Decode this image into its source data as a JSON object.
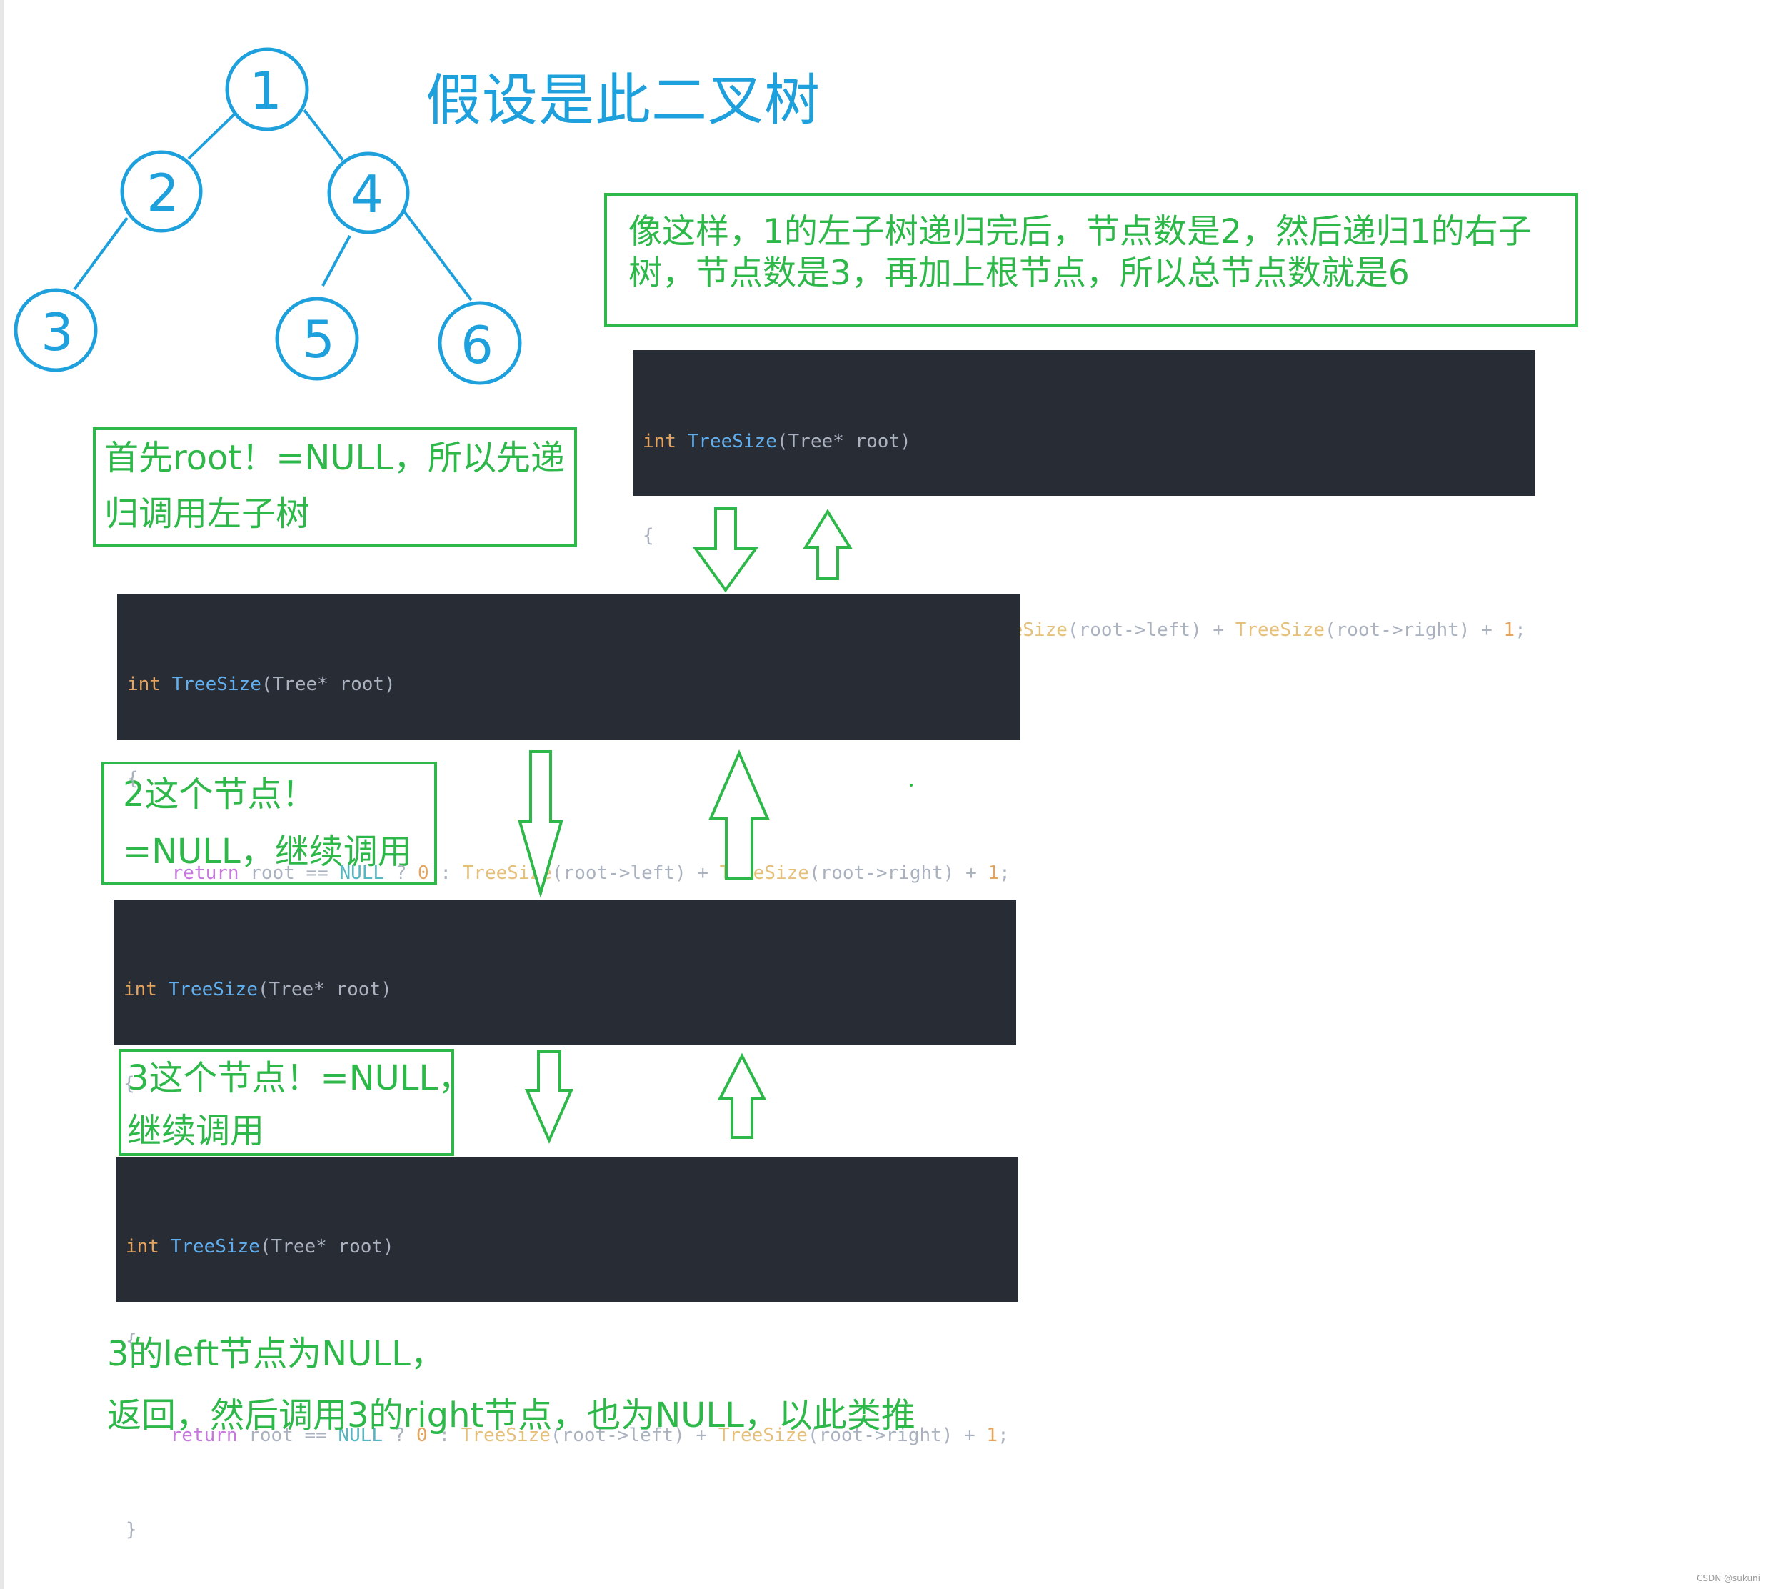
{
  "tree": {
    "title": "假设是此二叉树",
    "nodes": [
      "1",
      "2",
      "4",
      "3",
      "5",
      "6"
    ],
    "color": "#1ea0dc"
  },
  "notes": {
    "summary": {
      "lines": [
        "像这样，1的左子树递归完后，节点数是2，然后递归1的右子",
        "树，节点数是3，再加上根节点，所以总节点数就是6"
      ]
    },
    "first": {
      "lines": [
        "首先root！=NULL，所以先递",
        "归调用左子树"
      ]
    },
    "node2": {
      "lines": [
        "2这个节点！",
        "=NULL，继续调用"
      ]
    },
    "node3": {
      "lines": [
        "3这个节点！=NULL，",
        "继续调用"
      ]
    },
    "bottom": {
      "lines": [
        "3的left节点为NULL，",
        "返回，然后调用3的right节点，也为NULL，以此类推"
      ]
    },
    "color": "#2eb84a"
  },
  "code": {
    "int": "int",
    "fn": "TreeSize",
    "params": "(Tree* root)",
    "open": "{",
    "indent": "    ",
    "ret": "return",
    "cond": " root == ",
    "null": "NULL",
    "q": " ? ",
    "zero": "0",
    "colon": " : ",
    "left_arg": "(root->left)",
    "plus": " + ",
    "right_arg": "(root->right)",
    "plus_one": " + ",
    "one": "1",
    "semi": ";",
    "close": "}"
  },
  "watermark": "CSDN @sukuni",
  "colors": {
    "code_bg": "#282c34",
    "keyword": "#c678dd",
    "type": "#e5a45e",
    "function": "#61afef",
    "call": "#e5c07b",
    "null": "#56b6c2"
  }
}
